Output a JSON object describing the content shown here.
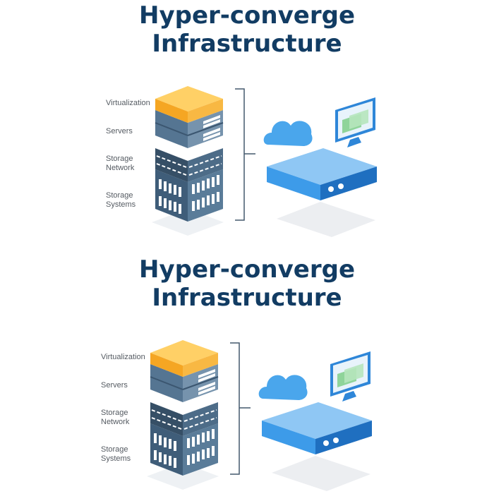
{
  "diagrams": [
    {
      "title_line1": "Hyper-converge",
      "title_line2": "Infrastructure",
      "layers": [
        "Virtualization",
        "Servers",
        "Storage\nNetwork",
        "Storage\nSystems"
      ]
    },
    {
      "title_line1": "Hyper-converge",
      "title_line2": "Infrastructure",
      "layers": [
        "Virtualization",
        "Servers",
        "Storage\nNetwork",
        "Storage\nSystems"
      ]
    }
  ],
  "icons": [
    "server-stack-icon",
    "bracket-icon",
    "cloud-icon",
    "monitor-icon",
    "hyperconverged-appliance-icon"
  ],
  "colors": {
    "title": "#123c63",
    "virtualization": "#f5b031",
    "stack": "#4f6f8c",
    "appliance": "#3d9be9",
    "monitor_screen": "#8fd49a"
  }
}
